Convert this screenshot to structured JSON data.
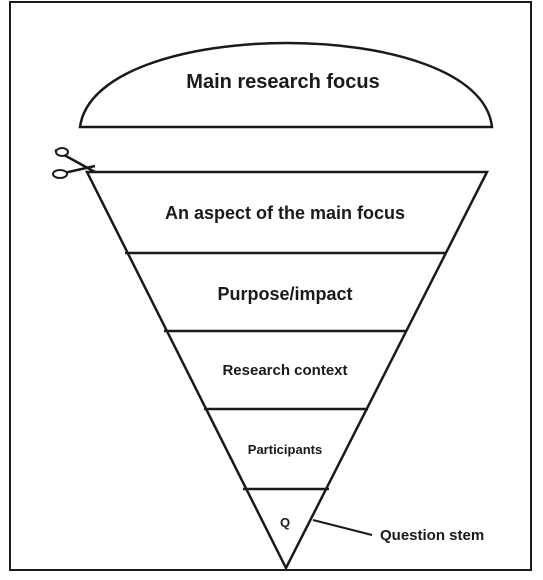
{
  "diagram": {
    "dome_label": "Main research focus",
    "layers": [
      "An aspect of the main focus",
      "Purpose/impact",
      "Research context",
      "Participants",
      "Q"
    ],
    "callout_label": "Question stem",
    "icons": {
      "scissors": "scissors-icon"
    }
  }
}
